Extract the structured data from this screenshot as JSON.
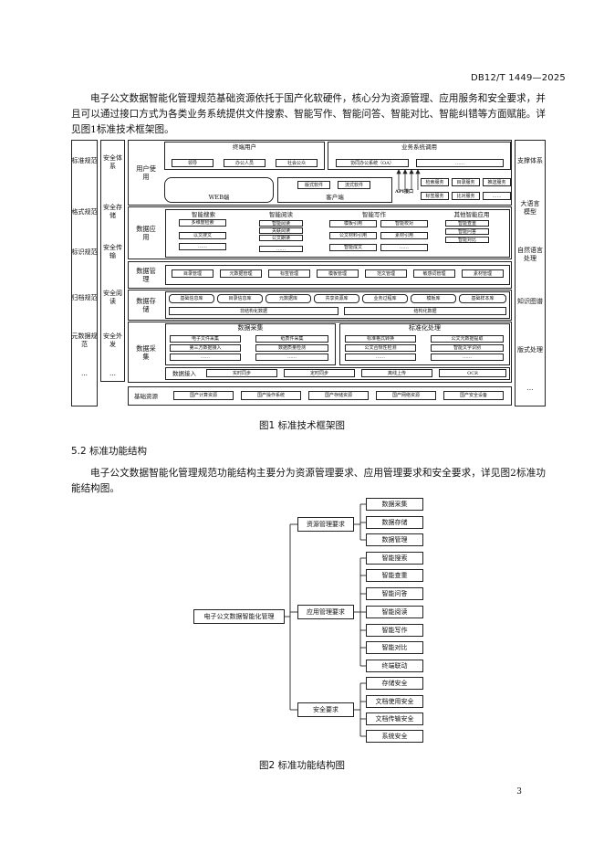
{
  "header": "DB12/T 1449—2025",
  "para1": "电子公文数据智能化管理规范基础资源依托于国产化软硬件，核心分为资源管理、应用服务和安全要求，并且可以通过接口方式为各类业务系统提供文件搜索、智能写作、智能问答、智能对比、智能纠错等方面赋能。详见图1标准技术框架图。",
  "fig1": {
    "left_col": [
      "标准规范",
      "格式规范",
      "标识规范",
      "归档规范",
      "元数据规范",
      "…"
    ],
    "sec_col": [
      "安全体系",
      "安全存储",
      "安全传输",
      "安全阅读",
      "安全外发",
      "…"
    ],
    "right_col": [
      "支撑体系",
      "大语言模型",
      "自然语言处理",
      "知识图谱",
      "版式处理",
      "…"
    ],
    "user_use": "用户使用",
    "terminal_users": "终端用户",
    "terminal_items": [
      "领导",
      "办公人员",
      "社会公众"
    ],
    "biz_call": "业务系统调用",
    "biz_items": [
      "协同办公系统（OA）",
      "……"
    ],
    "web": "WEB端",
    "client": "客户端",
    "client_items": [
      "版式软件",
      "流式软件"
    ],
    "api": "API接口",
    "services": [
      "检索服务",
      "目录服务",
      "推送服务",
      "标签服务",
      "比对服务",
      "……"
    ],
    "data_app": "数据应用",
    "search_title": "智能搜索",
    "search_items": [
      "多维度检索",
      "以文搜文",
      "……"
    ],
    "read_title": "智能阅读",
    "read_items": [
      "智能阅读",
      "关联阅读",
      "公文朗读",
      "……"
    ],
    "write_title": "智能写作",
    "write_items": [
      "模板引用",
      "智能校对",
      "公文材料引用",
      "素材引用",
      "智能成文",
      "……"
    ],
    "other_title": "其他智能应用",
    "other_items": [
      "智能查重",
      "智能问答",
      "智能对比"
    ],
    "data_mgmt": "数据管理",
    "mgmt_items": [
      "目录管理",
      "元数据管理",
      "标签管理",
      "模板管理",
      "范文管理",
      "敏感词管理",
      "素材管理"
    ],
    "data_store": "数据存储",
    "store_items": [
      "基础信息库",
      "目录信息库",
      "元数据库",
      "共享资源库",
      "业务过程库",
      "模板库",
      "基础样本库"
    ],
    "unstructured": "非结构化数据",
    "structured": "结构化数据",
    "data_collect": "数据采集",
    "collect_title": "数据采集",
    "collect_items": [
      "电子文件采集",
      "纸质件采集",
      "第三方数据接入",
      "数据质量检测",
      "……",
      "……"
    ],
    "std_title": "标准化处理",
    "std_items": [
      "标准格式转换",
      "公文元数据提取",
      "公文合规性检测",
      "智能文字识别",
      "……",
      "……"
    ],
    "access_label": "数据接入",
    "access_items": [
      "实时同步",
      "定时同步",
      "离线上传",
      "OCR"
    ],
    "base_res": "基础资源",
    "base_items": [
      "国产计算资源",
      "国产操作系统",
      "国产存储资源",
      "国产网络资源",
      "国产安全设备"
    ]
  },
  "caption1": "图1   标准技术框架图",
  "section": "5.2   标准功能结构",
  "para2": "电子公文数据智能化管理规范功能结构主要分为资源管理要求、应用管理要求和安全要求，详见图2标准功能结构图。",
  "fig2": {
    "root": "电子公文数据智能化管理",
    "branches": [
      {
        "label": "资源管理要求",
        "children": [
          "数据采集",
          "数据存储",
          "数据管理"
        ]
      },
      {
        "label": "应用管理要求",
        "children": [
          "智能搜索",
          "智能查重",
          "智能问答",
          "智能阅读",
          "智能写作",
          "智能对比",
          "终端联动"
        ]
      },
      {
        "label": "安全要求",
        "children": [
          "存储安全",
          "文档使用安全",
          "文档传输安全",
          "系统安全"
        ]
      }
    ]
  },
  "caption2": "图2   标准功能结构图",
  "page_number": "3"
}
